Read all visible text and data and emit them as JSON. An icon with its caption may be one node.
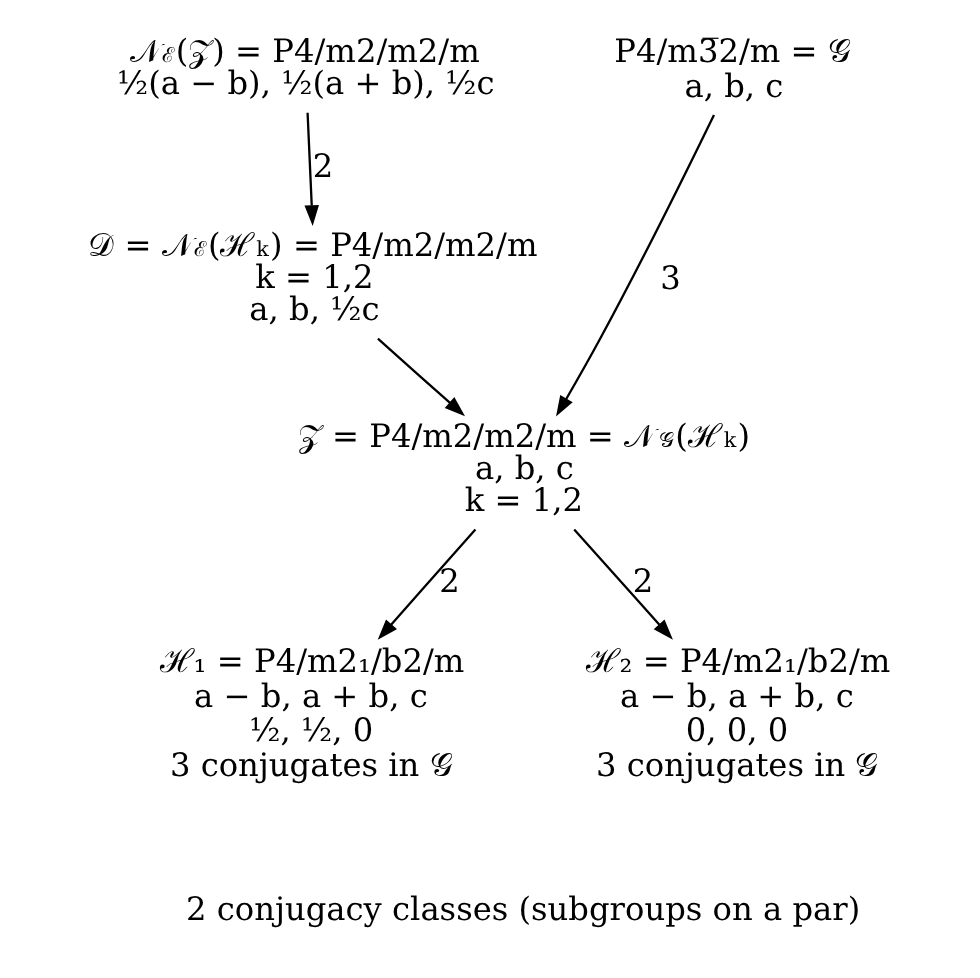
{
  "diagram": {
    "nodes": [
      {
        "text": [
          "𝒩$_{ℰ}$(𝒵) = P4/m2/m2/m",
          "½(a − b), ½(a + b), ½c"
        ]
      },
      {
        "text": [
          "P4/m3̅2/m = 𝒢",
          "a, b, c"
        ]
      },
      {
        "text": [
          "𝒟 = 𝒩$_{ℰ}$(ℋ$_{k}$) = P4/m2/m2/m",
          "k = 1,2",
          "a, b, ½c"
        ]
      },
      {
        "text": [
          "𝒵 = P4/m2/m2/m = 𝒩$_{𝒢}$(ℋ$_{k}$)",
          "a, b, c",
          "k = 1,2"
        ]
      },
      {
        "text": [
          "ℋ₁ = P4/m2₁/b2/m",
          "a − b, a + b, c",
          "½, ½, 0",
          "3 conjugates in 𝒢"
        ]
      },
      {
        "text": [
          "ℋ₂ = P4/m2₁/b2/m",
          "a − b, a + b, c",
          "0, 0, 0",
          "3 conjugates in 𝒢"
        ]
      }
    ],
    "edges": [
      {
        "from": 0,
        "to": 2,
        "arrow": "to",
        "label": "2"
      },
      {
        "from": 1,
        "to": 3,
        "arrow": "to",
        "label": "3"
      },
      {
        "from": 2,
        "to": 3,
        "arrow": "to"
      },
      {
        "from": 3,
        "to": 4,
        "arrow": "to",
        "label": "2"
      },
      {
        "from": 3,
        "to": 5,
        "arrow": "to",
        "label": "2"
      }
    ],
    "labels": [
      "2 conjugacy classes (subgroups on a par)"
    ]
  }
}
